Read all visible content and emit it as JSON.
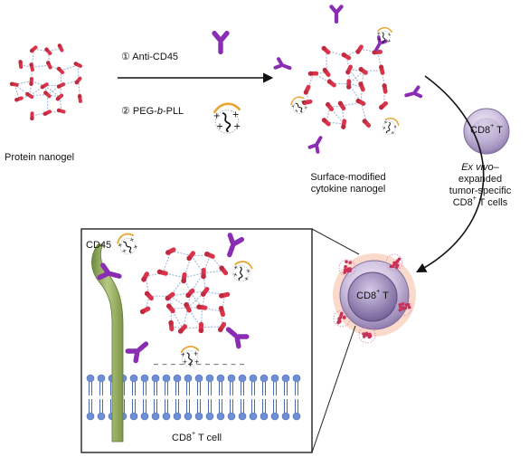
{
  "labels": {
    "step1": "① Anti-CD45",
    "step2_prefix": "② PEG-",
    "step2_italic": "b",
    "step2_suffix": "-PLL",
    "protein_nanogel": "Protein nanogel",
    "surface_modified_1": "Surface-modified",
    "surface_modified_2": "cytokine nanogel",
    "ex_vivo_italic": "Ex vivo",
    "ex_vivo_suffix": "–",
    "expanded": "expanded",
    "tumor_specific": "tumor-specific",
    "cd8_prefix": "CD8",
    "cd8_sup": "+",
    "t_cells_suffix": " T cells",
    "t_cell_suffix": " T cell",
    "t_suffix": " T",
    "cd45": "CD45",
    "membrane_charges": "– – – – – – – – – – –"
  },
  "colors": {
    "protein": "#d9354a",
    "crosslink": "#9fb4dd",
    "antibody": "#8a2cb4",
    "peg": "#e8a432",
    "cd8_cell_outer": "#c9bcd9",
    "cd8_cell_inner": "#8b78aa",
    "cd45_receptor": "#95ac62",
    "halo": "#f6c9b3",
    "lipid_head": "#6f8fd4"
  }
}
